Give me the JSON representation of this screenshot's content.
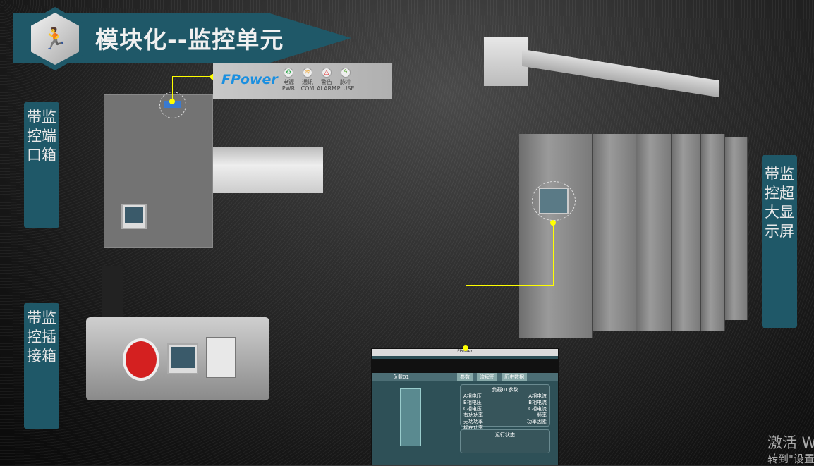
{
  "header": {
    "title": "模块化--监控单元",
    "icon": "running-man-icon"
  },
  "labels": {
    "port_box": "带监控端口箱",
    "plug_box": "带监控插接箱",
    "big_display": "带监控超大显示屏"
  },
  "panel": {
    "logo": "FPower",
    "indicators": [
      {
        "cn": "电源",
        "en": "PWR",
        "color": "#2aa84a"
      },
      {
        "cn": "通讯",
        "en": "COM",
        "color": "#f0a020"
      },
      {
        "cn": "警告",
        "en": "ALARM",
        "color": "#e03030"
      },
      {
        "cn": "脉冲",
        "en": "PLUSE",
        "color": "#6ab04c"
      }
    ]
  },
  "screen": {
    "load_name": "负载01",
    "tabs": [
      "参数",
      "流程图",
      "历史数据"
    ],
    "params_title": "负载01参数",
    "params": [
      [
        "A相电压",
        "A相电流"
      ],
      [
        "B相电压",
        "B相电流"
      ],
      [
        "C相电压",
        "C相电流"
      ],
      [
        "有功功率",
        "频率"
      ],
      [
        "无功功率",
        "功率因素"
      ],
      [
        "视在功率",
        ""
      ]
    ],
    "status_title": "运行状态"
  },
  "watermark": {
    "line1": "激活 W",
    "line2": "转到\"设置"
  },
  "colors": {
    "accent": "#1f5868",
    "connector": "#ffff00"
  }
}
